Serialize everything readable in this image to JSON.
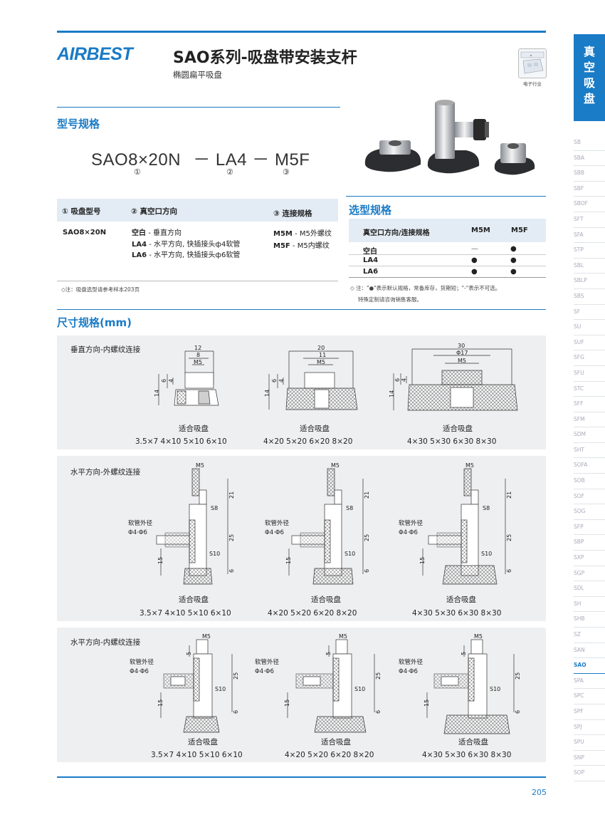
{
  "header": {
    "logo": "AIRBEST",
    "title": "SAO系列-吸盘带安装支杆",
    "subtitle": "椭圆扁平吸盘",
    "industry_label": "电子行业"
  },
  "sidebar": {
    "category": [
      "真",
      "空",
      "吸",
      "盘"
    ],
    "items": [
      "SB",
      "SBA",
      "SBB",
      "SBF",
      "SBOF",
      "SFT",
      "SFA",
      "STP",
      "SBL",
      "SBLP",
      "SBS",
      "SF",
      "SU",
      "SUF",
      "SFG",
      "SFU",
      "STC",
      "SFF",
      "SFM",
      "SDM",
      "SHT",
      "SOFA",
      "SOB",
      "SOF",
      "SOG",
      "SFP",
      "SBP",
      "SXP",
      "SGP",
      "SDL",
      "SH",
      "SHB",
      "SZ",
      "SAN",
      "SAO",
      "SPA",
      "SPC",
      "SPF",
      "SPJ",
      "SPU",
      "SNP",
      "SOP"
    ],
    "active": "SAO"
  },
  "model_spec": {
    "heading": "型号规格",
    "code_parts": [
      "SAO8×20N",
      "－",
      "LA4",
      "－",
      "M5F"
    ],
    "markers": [
      "①",
      "②",
      "③"
    ]
  },
  "spec_table": {
    "headers": [
      "① 吸盘型号",
      "② 真空口方向",
      "③ 连接规格"
    ],
    "model": "SAO8×20N",
    "directions": [
      {
        "code": "空白",
        "desc": "- 垂直方向"
      },
      {
        "code": "LA4",
        "desc": "- 水平方向, 快插接头ф4软管"
      },
      {
        "code": "LA6",
        "desc": "- 水平方向, 快插接头ф6软管"
      }
    ],
    "connections": [
      {
        "code": "M5M",
        "desc": "- M5外螺纹"
      },
      {
        "code": "M5F",
        "desc": "- M5内螺纹"
      }
    ],
    "note": "◇注：吸盘选型请参考样本203页"
  },
  "selection": {
    "heading": "选型规格",
    "headers": [
      "真空口方向/连接规格",
      "M5M",
      "M5F"
    ],
    "rows": [
      {
        "label": "空白",
        "m5m": "—",
        "m5f": "●"
      },
      {
        "label": "LA4",
        "m5m": "●",
        "m5f": "●"
      },
      {
        "label": "LA6",
        "m5m": "●",
        "m5f": "●"
      }
    ],
    "note1": "◇ 注：\"●\"表示默认规格，常备库存，货期短；\"-\"表示不可选。",
    "note2": "特殊定制请咨询销售客服。"
  },
  "dimensions": {
    "heading": "尺寸规格(mm)",
    "fit_label": "适合吸盘",
    "hose_label1": "软管外径",
    "hose_label2": "Φ4·Φ6",
    "panels": [
      {
        "label": "垂直方向-内螺纹连接",
        "dims": [
          [
            "12",
            "8",
            "M5",
            "14",
            "6",
            "4"
          ],
          [
            "20",
            "11",
            "M5",
            "14",
            "6",
            "4"
          ],
          [
            "30",
            "Φ17",
            "M5",
            "14",
            "6",
            "4"
          ]
        ],
        "sizes": [
          "3.5×7  4×10  5×10  6×10",
          "4×20  5×20  6×20  8×20",
          "4×30  5×30  6×30  8×30"
        ]
      },
      {
        "label": "水平方向-外螺纹连接",
        "dims": [
          "M5",
          "21",
          "S8",
          "25",
          "S10",
          "15",
          "6"
        ],
        "sizes": [
          "3.5×7  4×10  5×10  6×10",
          "4×20  5×20  6×20  8×20",
          "4×30  5×30  6×30  8×30"
        ]
      },
      {
        "label": "水平方向-内螺纹连接",
        "dims": [
          "M5",
          "5",
          "25",
          "S10",
          "15",
          "6"
        ],
        "sizes": [
          "3.5×7  4×10  5×10  6×10",
          "4×20  5×20  6×20  8×20",
          "4×30  5×30  6×30  8×30"
        ]
      }
    ]
  },
  "page_number": "205"
}
